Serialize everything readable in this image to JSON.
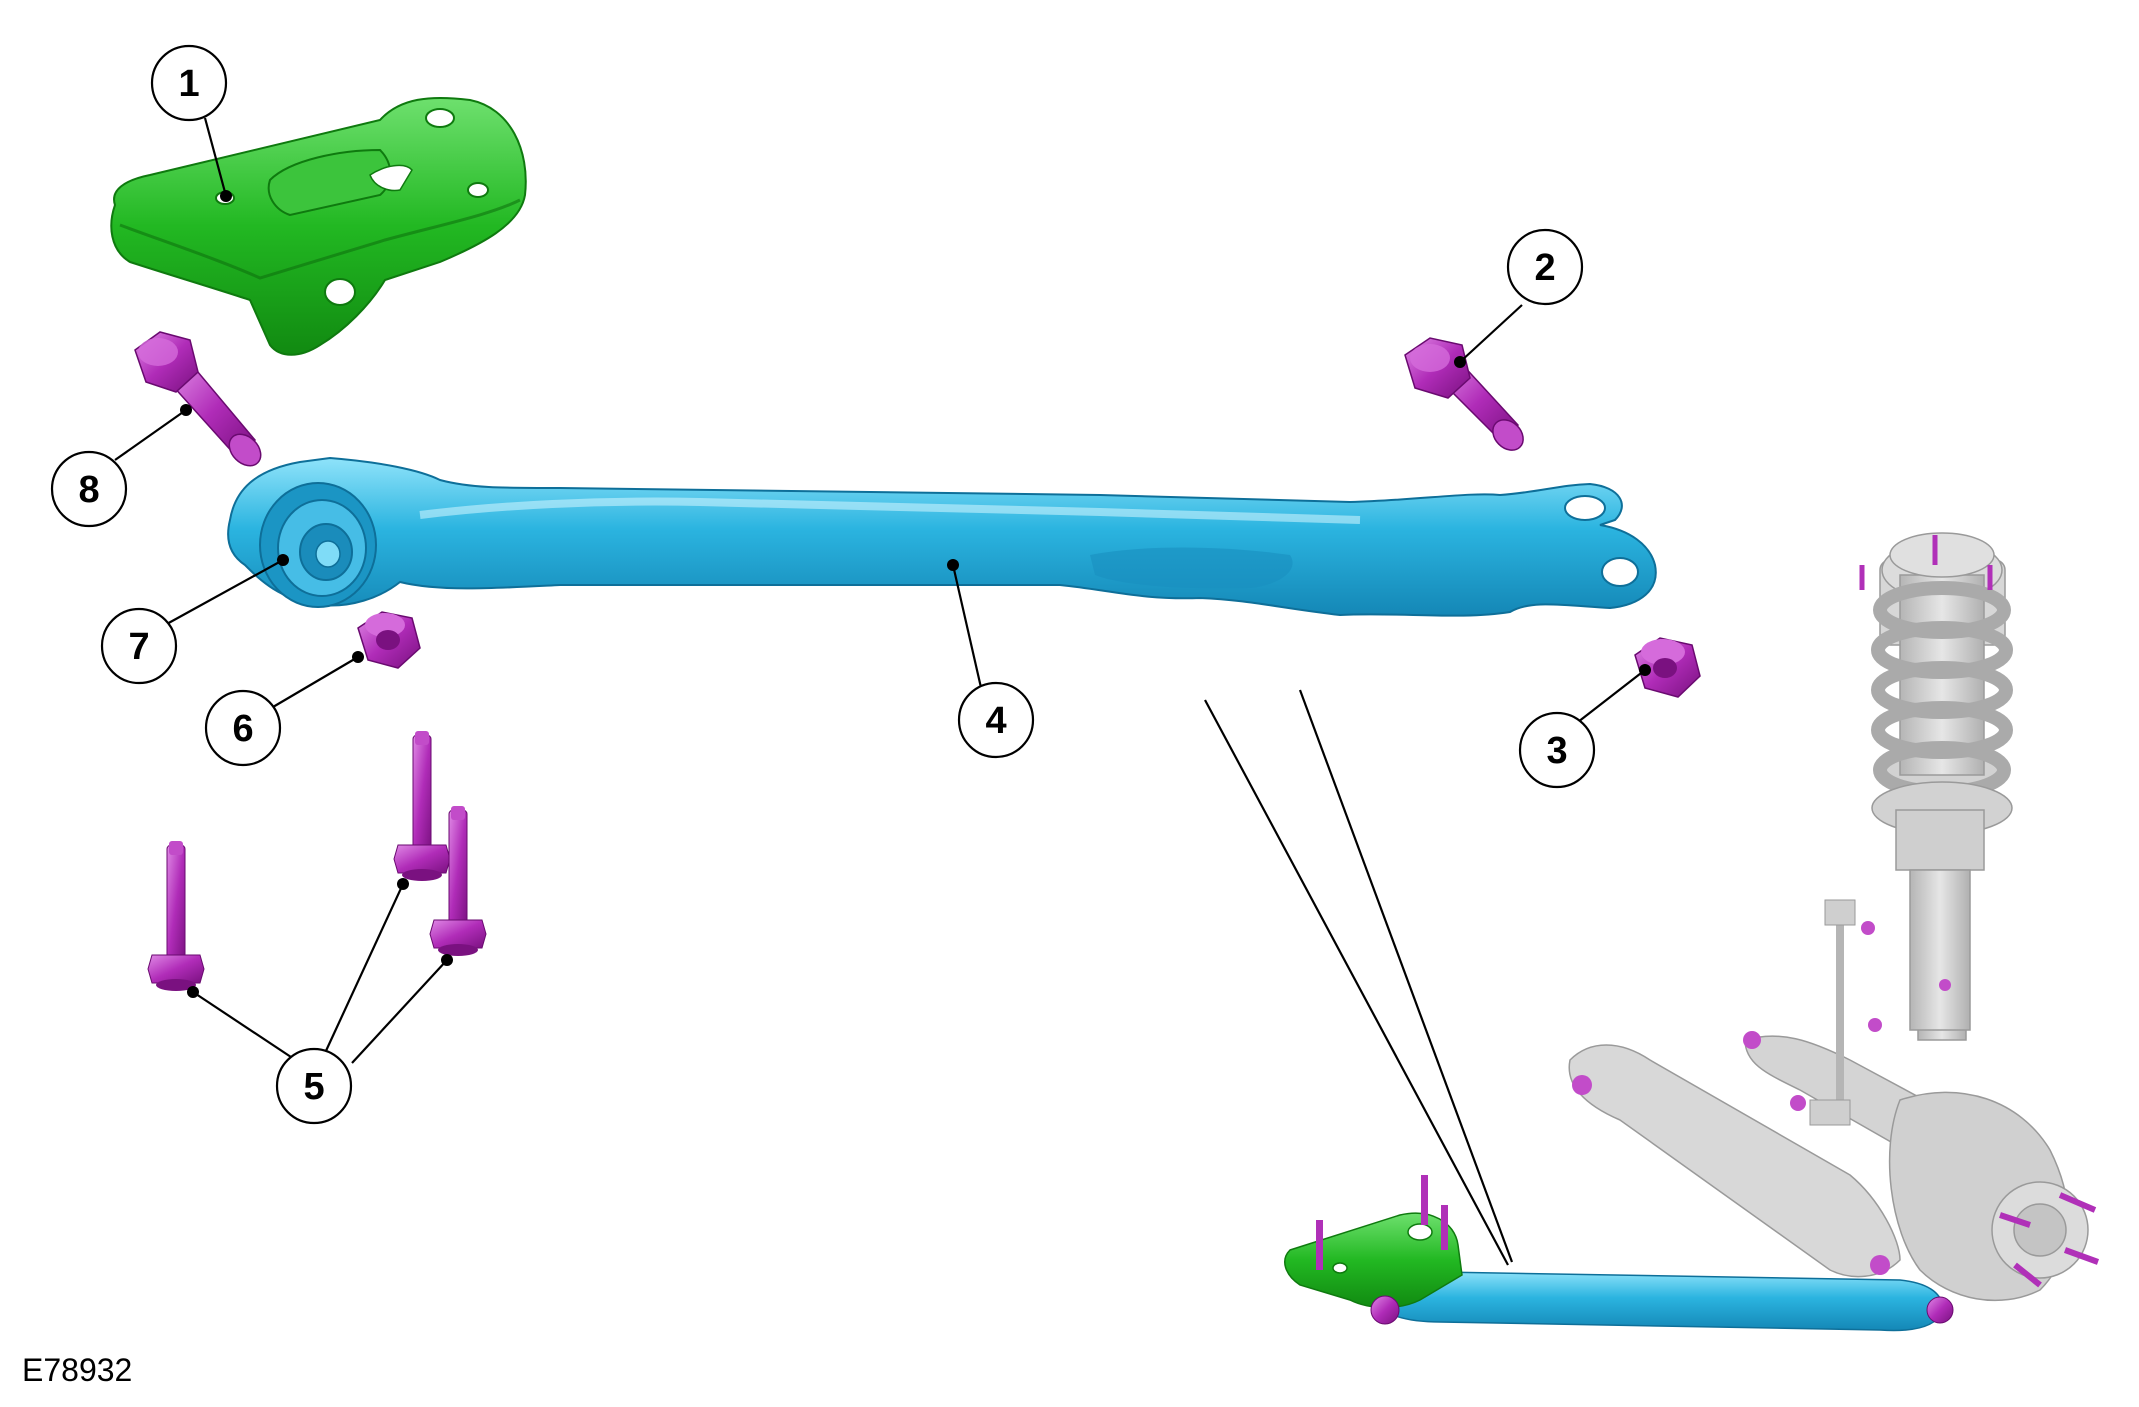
{
  "figure_id": "E78932",
  "colors": {
    "bracket_green": "#1fae1f",
    "bracket_green_light": "#6ee06e",
    "arm_blue": "#1fa9d6",
    "arm_blue_light": "#7fdcf7",
    "fastener_purple": "#a020a8",
    "fastener_purple_light": "#d771dc",
    "ghost_gray": "#c8c8c8",
    "line_black": "#000000"
  },
  "callouts": [
    {
      "id": "c1",
      "label": "1"
    },
    {
      "id": "c2",
      "label": "2"
    },
    {
      "id": "c3",
      "label": "3"
    },
    {
      "id": "c4",
      "label": "4"
    },
    {
      "id": "c5",
      "label": "5"
    },
    {
      "id": "c6",
      "label": "6"
    },
    {
      "id": "c7",
      "label": "7"
    },
    {
      "id": "c8",
      "label": "8"
    }
  ],
  "parts": [
    {
      "id": "bracket",
      "icon": "bracket-plate-icon"
    },
    {
      "id": "bolt-upper-right",
      "icon": "bolt-icon"
    },
    {
      "id": "nut-right",
      "icon": "nut-icon"
    },
    {
      "id": "lateral-arm",
      "icon": "lateral-arm-icon"
    },
    {
      "id": "studs",
      "icon": "stud-bolt-icon"
    },
    {
      "id": "nut-left",
      "icon": "nut-icon"
    },
    {
      "id": "bushing",
      "icon": "bushing-icon"
    },
    {
      "id": "bolt-upper-left",
      "icon": "bolt-icon"
    }
  ]
}
